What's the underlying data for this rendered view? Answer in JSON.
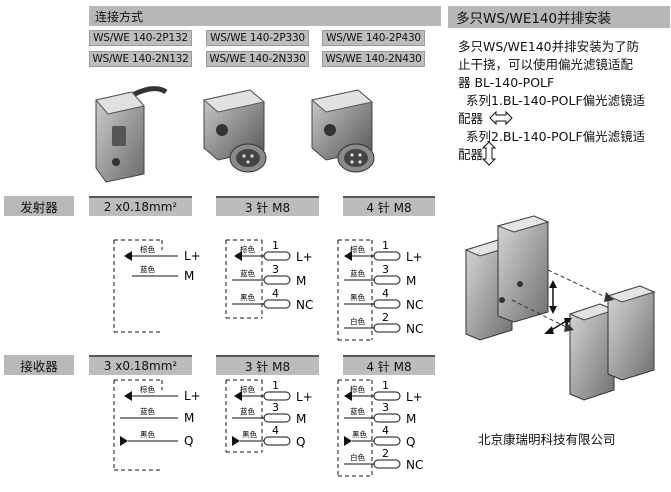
{
  "header": {
    "connection_title": "连接方式"
  },
  "models": {
    "row1": [
      "WS/WE 140-2P132",
      "WS/WE 140-2P330",
      "WS/WE 140-2P430"
    ],
    "row2": [
      "WS/WE 140-2N132",
      "WS/WE 140-2N330",
      "WS/WE 140-2N430"
    ]
  },
  "emitter": {
    "label": "发射器",
    "col1": "2 x0.18mm²",
    "col2": "3 针 M8",
    "col3": "4 针 M8",
    "wire_colors": {
      "brown": "棕色",
      "blue": "蓝色",
      "black": "黑色",
      "white": "白色"
    },
    "pins": {
      "p1": "1",
      "p3": "3",
      "p4": "4",
      "p2": "2"
    },
    "signals": {
      "lplus": "L+",
      "m": "M",
      "nc": "NC"
    }
  },
  "receiver": {
    "label": "接收器",
    "col1": "3 x0.18mm²",
    "col2": "3 针 M8",
    "col3": "4 针 M8",
    "signals": {
      "lplus": "L+",
      "m": "M",
      "q": "Q",
      "nc": "NC"
    }
  },
  "right": {
    "title": "多只WS/WE140并排安装",
    "line1": "多只WS/WE140并排安装为了防",
    "line2": "止干挠，可以使用偏光滤镜适配",
    "line3": "器 BL-140-POLF",
    "series1a": "系列1.BL-140-POLF偏光滤镜适",
    "series1b": "配器",
    "series2a": "系列2.BL-140-POLF偏光滤镜适",
    "series2b": "配器"
  },
  "company": "北京康瑞明科技有限公司"
}
